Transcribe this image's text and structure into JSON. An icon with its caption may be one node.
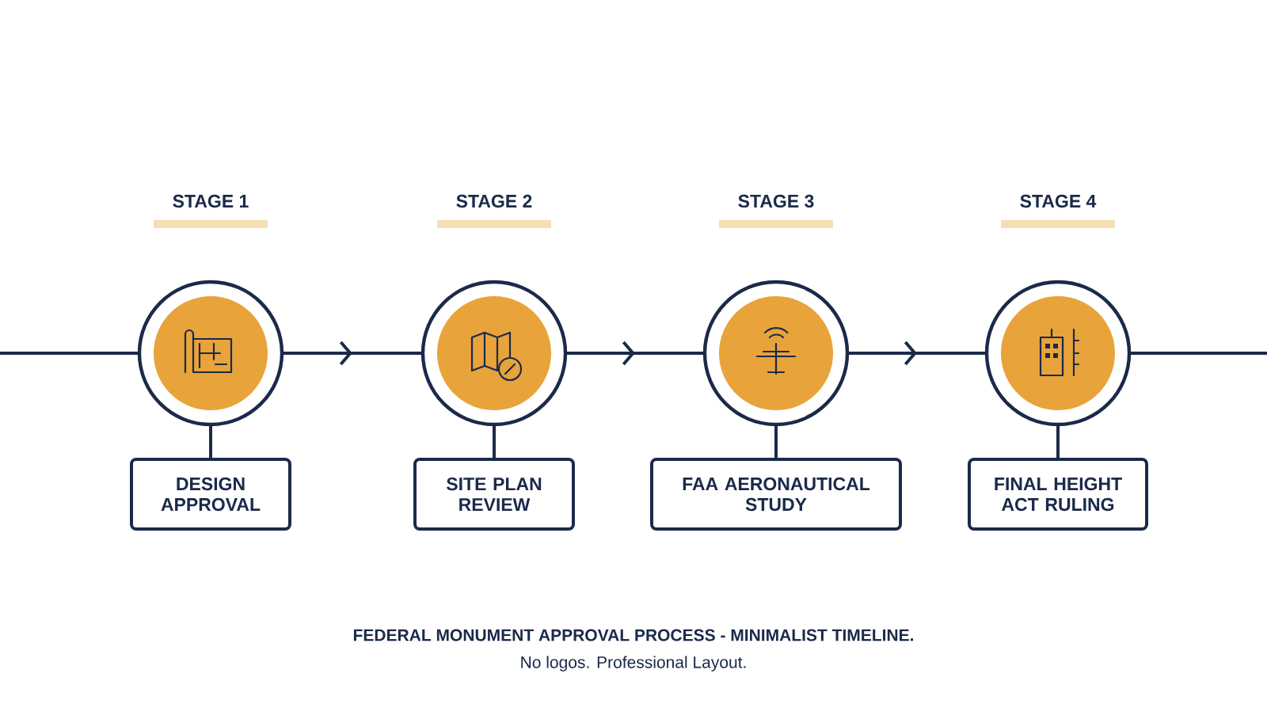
{
  "diagram": {
    "caption": "FEDERAL MONUMENT APPROVAL PROCESS - MINIMALIST TIMELINE.",
    "nodes": [
      {
        "text": [],
        "shape": "circle"
      },
      {
        "text": [],
        "shape": "circle"
      },
      {
        "text": [],
        "shape": "circle"
      },
      {
        "text": [],
        "shape": "circle"
      },
      {
        "text": [
          "DESIGN APPROVAL"
        ]
      },
      {
        "text": [
          "SITE PLAN REVIEW"
        ]
      },
      {
        "text": [
          "FAA AERONAUTICAL STUDY"
        ]
      },
      {
        "text": [
          "FINAL HEIGHT ACT RULING"
        ]
      }
    ],
    "edges": [
      {
        "from": null,
        "to": 0,
        "arrow": "none"
      },
      {
        "from": 0,
        "to": 1,
        "arrow": "to"
      },
      {
        "from": 1,
        "to": 2,
        "arrow": "to"
      },
      {
        "from": 2,
        "to": 3,
        "arrow": "to"
      },
      {
        "from": 3,
        "to": null,
        "arrow": "none"
      },
      {
        "from": 0,
        "to": 4,
        "arrow": "none"
      },
      {
        "from": 1,
        "to": 5,
        "arrow": "none"
      },
      {
        "from": 2,
        "to": 6,
        "arrow": "none"
      },
      {
        "from": 3,
        "to": 7,
        "arrow": "none"
      }
    ],
    "labels": [
      "STAGE 1",
      "STAGE 2",
      "STAGE 3",
      "STAGE 4",
      "No logos. Professional Layout."
    ]
  }
}
